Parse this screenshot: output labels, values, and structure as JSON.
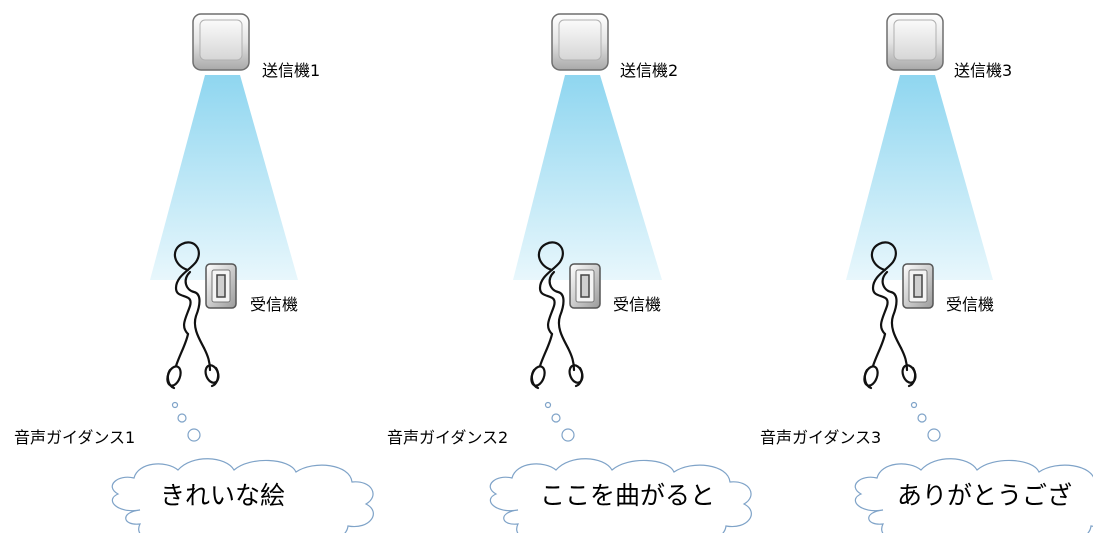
{
  "units": [
    {
      "transmitter_label": "送信機1",
      "receiver_label": "受信機",
      "guidance_label": "音声ガイダンス1",
      "cloud_text": "きれいな絵"
    },
    {
      "transmitter_label": "送信機2",
      "receiver_label": "受信機",
      "guidance_label": "音声ガイダンス2",
      "cloud_text": "ここを曲がると"
    },
    {
      "transmitter_label": "送信機3",
      "receiver_label": "受信機",
      "guidance_label": "音声ガイダンス3",
      "cloud_text": "ありがとうござ"
    }
  ],
  "colors": {
    "beam_top": "#8fd6f0",
    "beam_bottom": "#e8f7fc",
    "transmitter_face": "#ececec",
    "cloud_outline": "#7fa3c8",
    "bubble_outline": "#7fa3c8"
  }
}
